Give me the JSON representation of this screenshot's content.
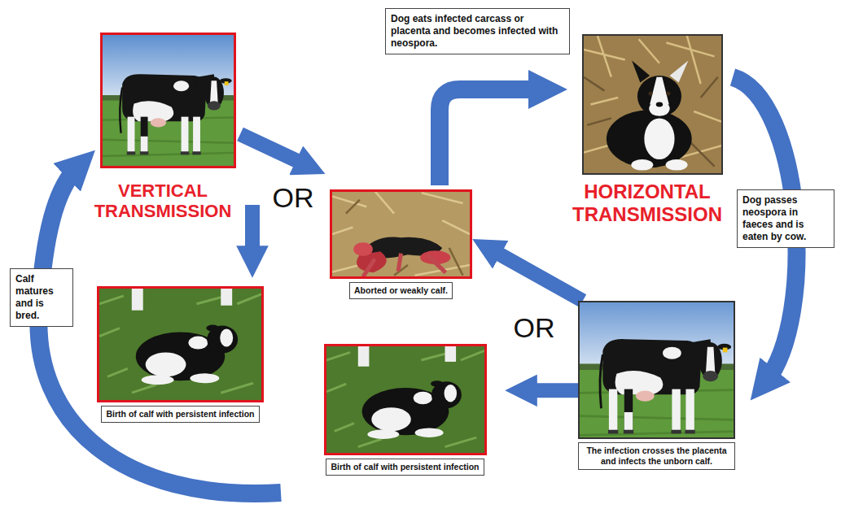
{
  "diagram": {
    "nodes": [
      {
        "text": [
          "Dog eats infected carcass or placenta and becomes infected with neospora."
        ]
      },
      {
        "text": [
          "Dog passes neospora in faeces and is eaten by cow."
        ]
      },
      {
        "text": [
          "Calf matures and is bred."
        ]
      },
      {
        "text": [
          "Aborted or weakly calf."
        ]
      },
      {
        "text": [
          "Birth of calf with persistent infection"
        ]
      },
      {
        "text": [
          "Birth of calf with persistent infection"
        ]
      },
      {
        "text": [
          "The infection crosses the placenta and infects the unborn calf."
        ]
      }
    ],
    "edges": [
      {
        "from": 6,
        "to": 3,
        "arrow": "to"
      },
      {
        "from": 6,
        "to": 5,
        "arrow": "to"
      }
    ],
    "labels": [
      "VERTICAL TRANSMISSION",
      "OR",
      "HORIZONTAL TRANSMISSION",
      "OR"
    ]
  }
}
